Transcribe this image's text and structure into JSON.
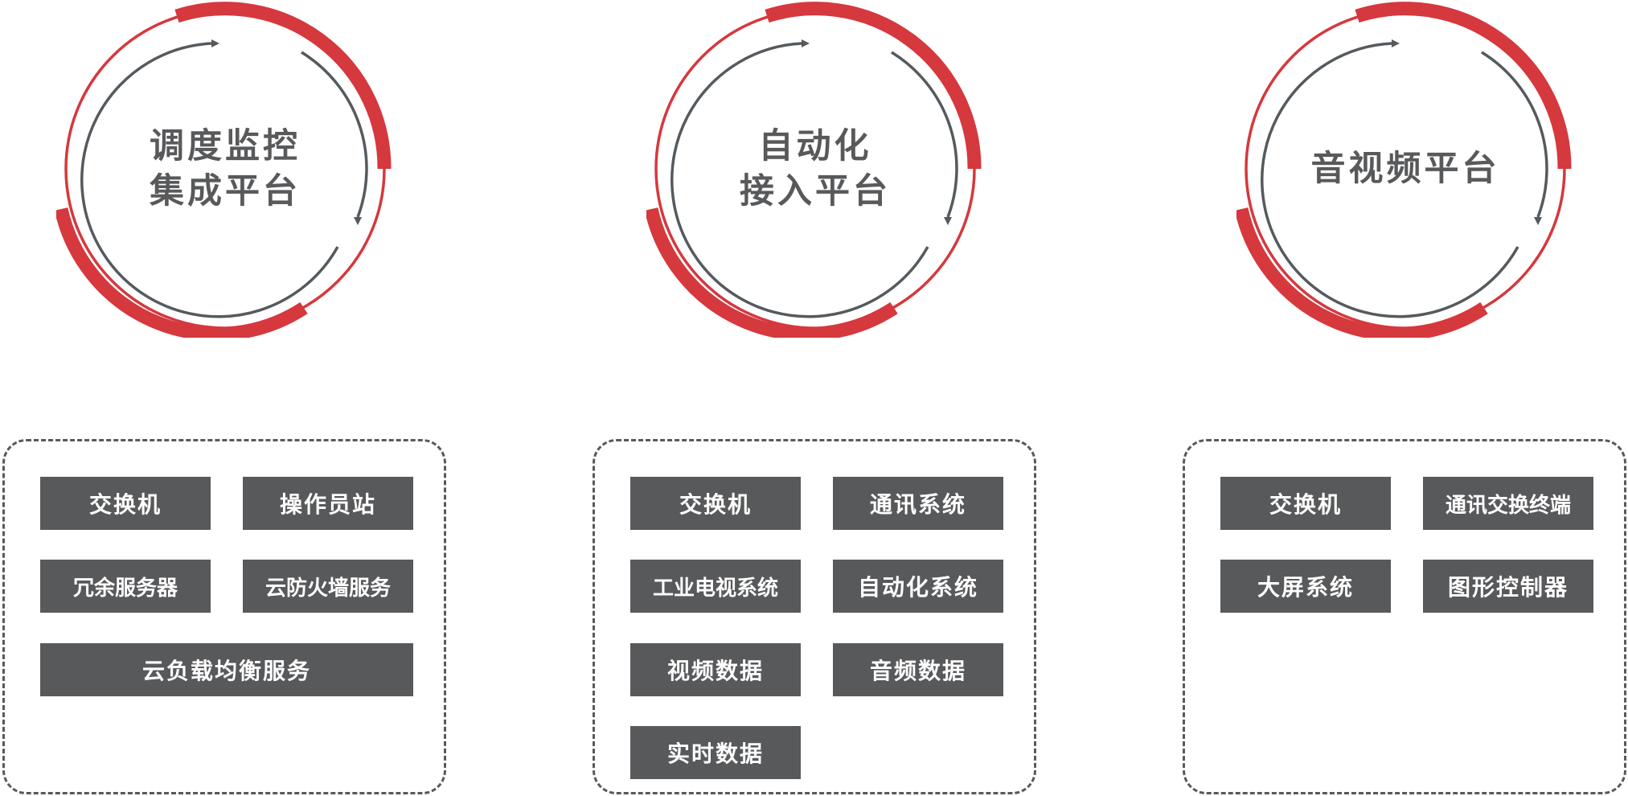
{
  "colors": {
    "accent_red": "#d5383d",
    "dark_gray": "#58595b",
    "arrow_gray": "#555a5e",
    "background": "#ffffff"
  },
  "platforms": [
    {
      "title_lines": [
        "调度监控",
        "集成平台"
      ],
      "components": [
        "交换机",
        "操作员站",
        "冗余服务器",
        "云防火墙服务",
        "云负载均衡服务"
      ]
    },
    {
      "title_lines": [
        "自动化",
        "接入平台"
      ],
      "components": [
        "交换机",
        "通讯系统",
        "工业电视系统",
        "自动化系统",
        "视频数据",
        "音频数据",
        "实时数据"
      ]
    },
    {
      "title_lines": [
        "音视频平台"
      ],
      "components": [
        "交换机",
        "通讯交换终端",
        "大屏系统",
        "图形控制器"
      ]
    }
  ]
}
